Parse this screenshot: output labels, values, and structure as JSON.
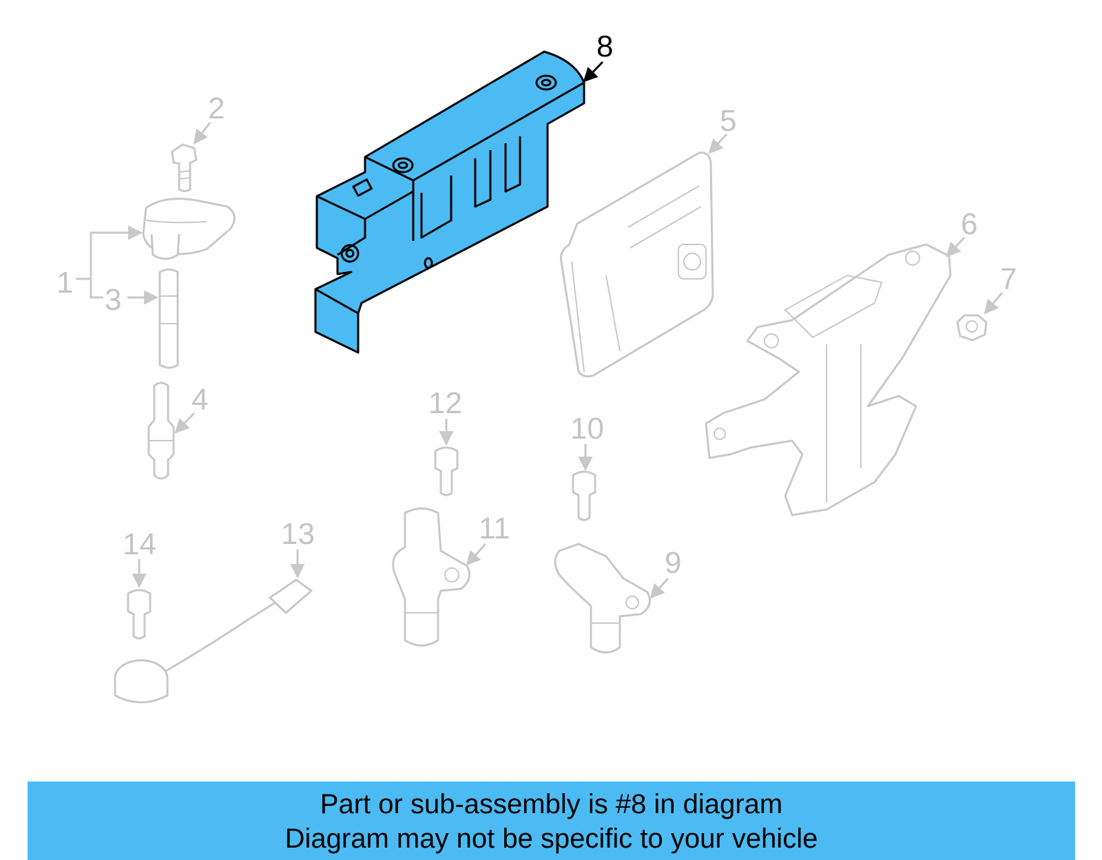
{
  "highlight_color": "#4dbbf3",
  "callouts": {
    "c1": "1",
    "c2": "2",
    "c3": "3",
    "c4": "4",
    "c5": "5",
    "c6": "6",
    "c7": "7",
    "c8": "8",
    "c9": "9",
    "c10": "10",
    "c11": "11",
    "c12": "12",
    "c13": "13",
    "c14": "14"
  },
  "highlighted_part": "8",
  "banner": {
    "line1": "Part or sub-assembly is #8 in diagram",
    "line2": "Diagram may not be specific to your vehicle"
  }
}
